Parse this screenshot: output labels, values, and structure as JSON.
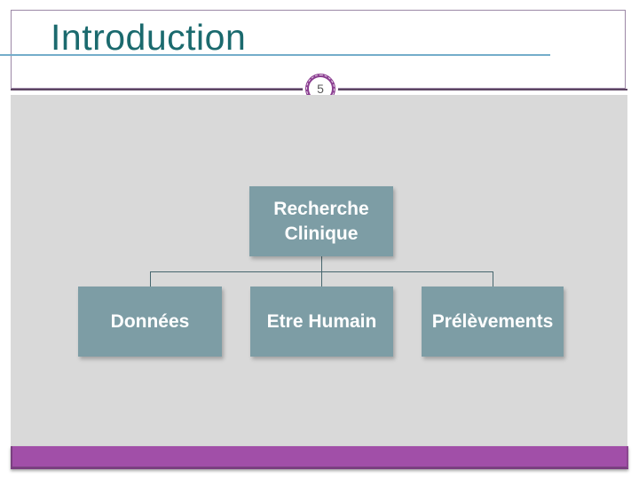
{
  "slide": {
    "title": "Introduction",
    "page_number": "5"
  },
  "diagram": {
    "type": "org-chart",
    "root": {
      "label": "Recherche Clinique"
    },
    "children": [
      {
        "label": "Données"
      },
      {
        "label": "Etre Humain"
      },
      {
        "label": "Prélèvements"
      }
    ]
  },
  "colors": {
    "title_teal": "#1b6a6e",
    "title_box_border": "#9c88a6",
    "accent_blue": "#74adca",
    "divider_purple": "#5d4663",
    "badge_ring": "#8b3e91",
    "content_bg": "#d9d9d9",
    "node_fill": "#7d9da5",
    "node_text": "#ffffff",
    "connector": "#47666e",
    "footer_purple": "#a14fa8"
  }
}
